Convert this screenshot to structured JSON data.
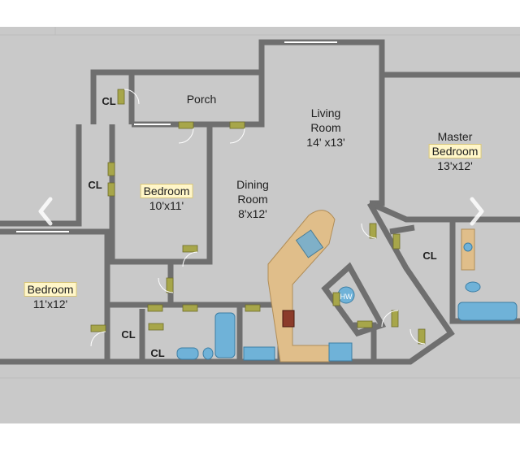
{
  "rooms": {
    "porch": {
      "name": "Porch"
    },
    "living": {
      "line1": "Living",
      "line2": "Room",
      "size": "14' x13'"
    },
    "master": {
      "line1": "Master",
      "line2": "Bedroom",
      "size": "13'x12'"
    },
    "dining": {
      "line1": "Dining",
      "line2": "Room",
      "size": "8'x12'"
    },
    "bedroom_mid": {
      "name": "Bedroom",
      "size": "10'x11'"
    },
    "bedroom_left": {
      "name": "Bedroom",
      "size": "11'x12'"
    }
  },
  "closets": {
    "cl_porch": "CL",
    "cl_mid": "CL",
    "cl_master": "CL",
    "cl_left": "CL",
    "cl_bath": "CL"
  },
  "fixtures": {
    "water_heater": "HW"
  },
  "colors": {
    "background": "#c9c9c9",
    "wall": "#6f6f6f",
    "door": "#a7a64a",
    "counter": "#e0be8a",
    "fixture": "#6fb2d8",
    "highlight": "#fff6c8"
  },
  "navigation": {
    "prev_icon": "chevron-left-icon",
    "next_icon": "chevron-right-icon"
  }
}
